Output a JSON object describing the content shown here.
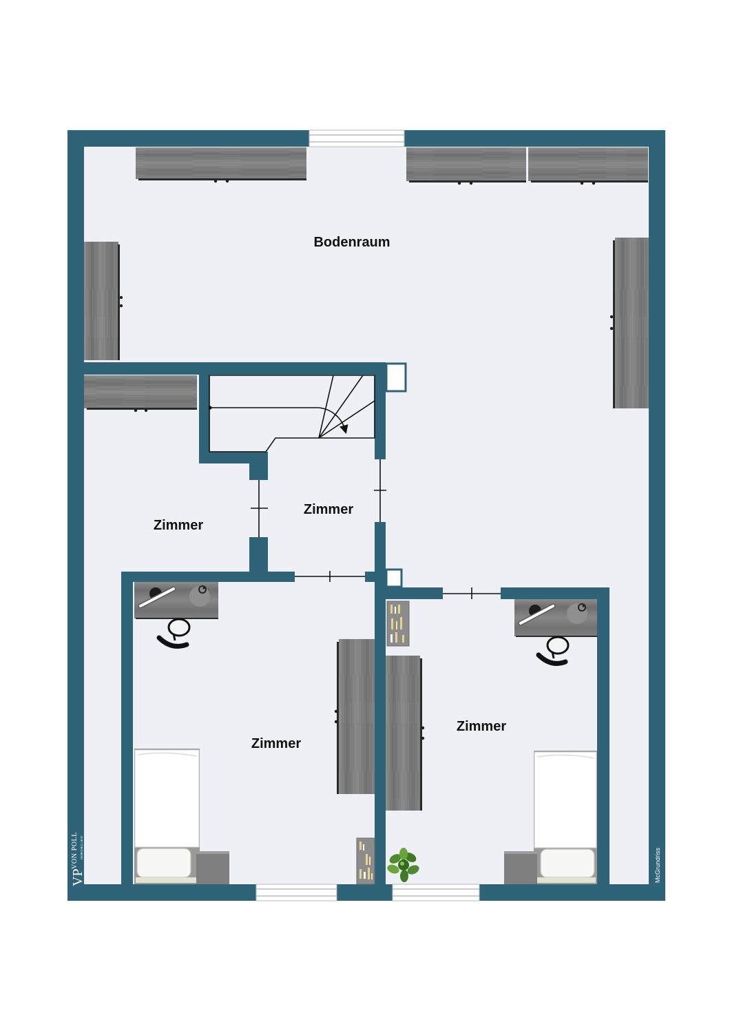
{
  "plan": {
    "rooms": [
      {
        "id": "bodenraum",
        "label": "Bodenraum"
      },
      {
        "id": "zimmer-left",
        "label": "Zimmer"
      },
      {
        "id": "zimmer-center",
        "label": "Zimmer"
      },
      {
        "id": "zimmer-bottom-left",
        "label": "Zimmer"
      },
      {
        "id": "zimmer-bottom-right",
        "label": "Zimmer"
      }
    ]
  },
  "logo": {
    "monogram": "VP",
    "name": "VON POLL",
    "tagline": "IMMOBILIEN"
  },
  "credit": "McGrundriss",
  "colors": {
    "wall": "#2f6377",
    "floor": "#eff0f5",
    "furniture": "#7c7c7c",
    "background": "#ffffff"
  }
}
